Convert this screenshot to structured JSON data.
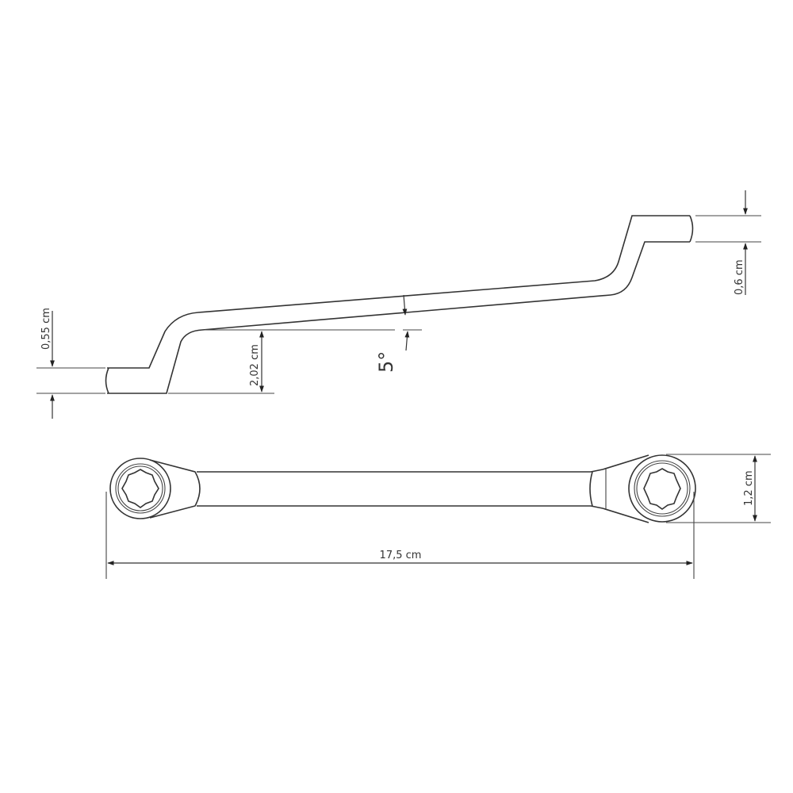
{
  "drawing": {
    "subject": "double offset ring wrench technical drawing",
    "side_view": {
      "dim_left_thickness": "0,55 cm",
      "dim_offset_height": "2,02 cm",
      "dim_angle": "5°",
      "dim_right_thickness": "0,6 cm"
    },
    "top_view": {
      "dim_head_width": "1,2 cm",
      "dim_total_length": "17,5 cm"
    }
  },
  "colors": {
    "line": "#333333",
    "background": "#ffffff"
  }
}
